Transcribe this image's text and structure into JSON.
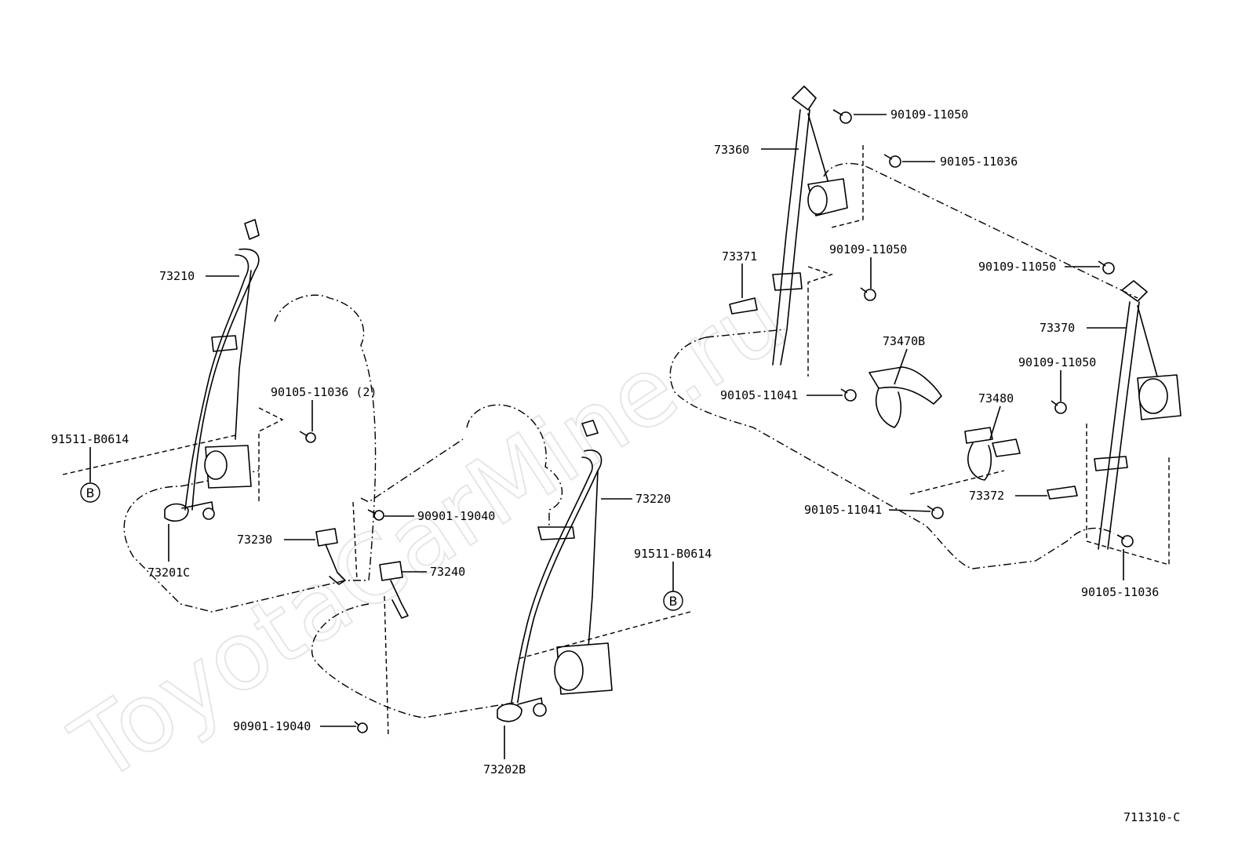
{
  "watermark": "ToyotaCarMine.ru",
  "ref_code": "711310-C",
  "callouts": {
    "p73210": "73210",
    "p73201c": "73201C",
    "p73230": "73230",
    "p73240": "73240",
    "p73220": "73220",
    "p73202b": "73202B",
    "p73360": "73360",
    "p73371": "73371",
    "p73470b": "73470B",
    "p73480": "73480",
    "p73372": "73372",
    "p73370": "73370",
    "b_left": "91511-B0614",
    "b_mid": "91511-B0614",
    "bolt_seat_2": "90105-11036 (2)",
    "bolt_90901_a": "90901-19040",
    "bolt_90901_b": "90901-19040",
    "bolt_top_1": "90109-11050",
    "bolt_top_2": "90105-11036",
    "bolt_mid_1": "90109-11050",
    "bolt_right_1": "90109-11050",
    "bolt_right_2": "90109-11050",
    "bolt_41_a": "90105-11041",
    "bolt_41_b": "90105-11041",
    "bolt_bottom_r": "90105-11036"
  },
  "markers": {
    "b_left": "B",
    "b_mid": "B"
  }
}
